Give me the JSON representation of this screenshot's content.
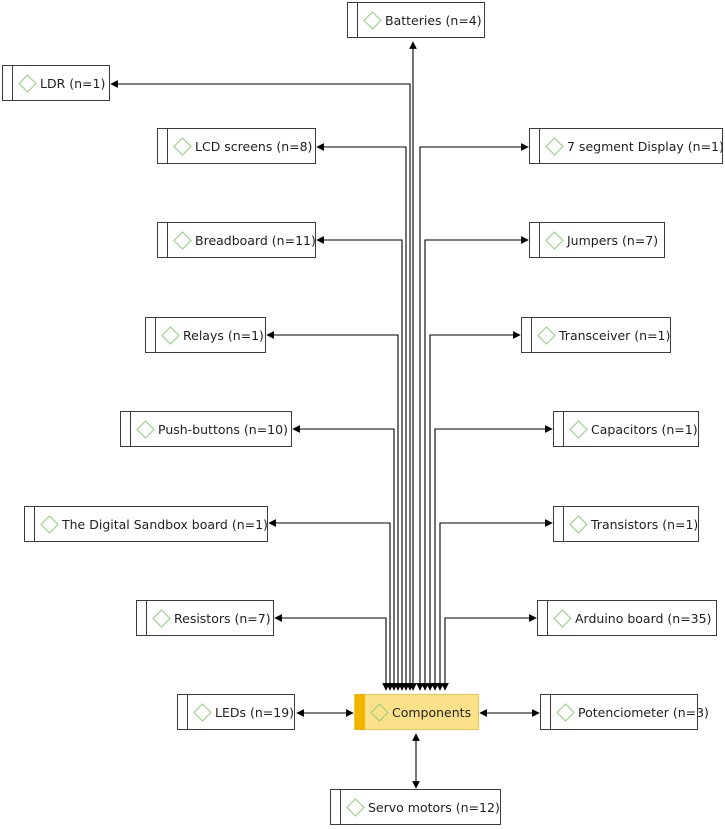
{
  "diagram": {
    "center": {
      "id": "components",
      "label": "Components"
    },
    "nodes": [
      {
        "id": "batteries",
        "label": "Batteries (n=4)"
      },
      {
        "id": "ldr",
        "label": "LDR (n=1)"
      },
      {
        "id": "lcd",
        "label": "LCD screens (n=8)"
      },
      {
        "id": "seg7",
        "label": "7 segment Display (n=1)"
      },
      {
        "id": "breadboard",
        "label": "Breadboard (n=11)"
      },
      {
        "id": "jumpers",
        "label": "Jumpers (n=7)"
      },
      {
        "id": "relays",
        "label": "Relays (n=1)"
      },
      {
        "id": "transceiver",
        "label": "Transceiver (n=1)"
      },
      {
        "id": "pushbuttons",
        "label": "Push-buttons (n=10)"
      },
      {
        "id": "capacitors",
        "label": "Capacitors (n=1)"
      },
      {
        "id": "sandbox",
        "label": "The Digital Sandbox board (n=1)"
      },
      {
        "id": "transistors",
        "label": "Transistors (n=1)"
      },
      {
        "id": "resistors",
        "label": "Resistors (n=7)"
      },
      {
        "id": "arduino",
        "label": "Arduino board (n=35)"
      },
      {
        "id": "leds",
        "label": "LEDs (n=19)"
      },
      {
        "id": "potenciometer",
        "label": "Potenciometer (n=3)"
      },
      {
        "id": "servo",
        "label": "Servo motors (n=12)"
      }
    ],
    "colors": {
      "center_fill": "#fbe28a",
      "center_stripe": "#f3b400",
      "icon_stroke": "#8fcf7e",
      "line": "#000000"
    },
    "icon": "diamond-icon"
  }
}
